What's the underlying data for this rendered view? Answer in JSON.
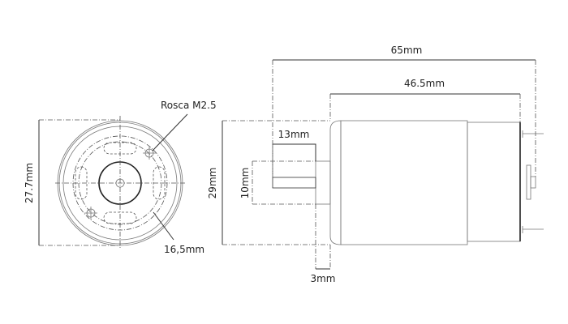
{
  "front_view": {
    "height_label": "27.7mm",
    "thread_label": "Rosca M2.5",
    "bolt_circle_label": "16,5mm"
  },
  "side_view": {
    "overall_length_label": "65mm",
    "body_length_label": "46.5mm",
    "diameter_label": "29mm",
    "shaft_length_label": "13mm",
    "collar_diameter_label": "10mm",
    "collar_length_label": "3mm"
  }
}
